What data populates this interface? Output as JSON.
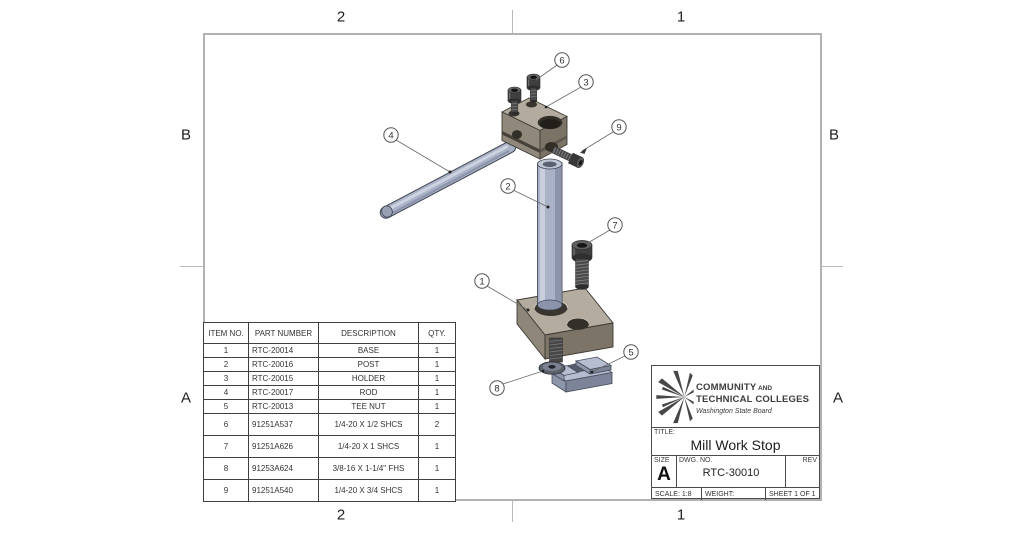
{
  "sheet": {
    "zones": {
      "top": [
        "2",
        "1"
      ],
      "bottom": [
        "2",
        "1"
      ],
      "left": [
        "B",
        "A"
      ],
      "right": [
        "B",
        "A"
      ]
    }
  },
  "bom": {
    "headers": [
      "ITEM NO.",
      "PART NUMBER",
      "DESCRIPTION",
      "QTY."
    ],
    "rows": [
      [
        "1",
        "RTC-20014",
        "BASE",
        "1"
      ],
      [
        "2",
        "RTC-20016",
        "POST",
        "1"
      ],
      [
        "3",
        "RTC-20015",
        "HOLDER",
        "1"
      ],
      [
        "4",
        "RTC-20017",
        "ROD",
        "1"
      ],
      [
        "5",
        "RTC-20013",
        "TEE NUT",
        "1"
      ],
      [
        "6",
        "91251A537",
        "1/4-20 X 1/2 SHCS",
        "2"
      ],
      [
        "7",
        "91251A626",
        "1/4-20 X 1 SHCS",
        "1"
      ],
      [
        "8",
        "91253A624",
        "3/8-16 X 1-1/4\" FHS",
        "1"
      ],
      [
        "9",
        "91251A540",
        "1/4-20 X 3/4 SHCS",
        "1"
      ]
    ]
  },
  "balloons": [
    "1",
    "2",
    "3",
    "4",
    "5",
    "6",
    "7",
    "8",
    "9"
  ],
  "title_block": {
    "org": {
      "line1_main": "COMMUNITY",
      "line1_suffix": " AND",
      "line2": "TECHNICAL COLLEGES",
      "line3": "Washington State Board"
    },
    "title_label": "TITLE:",
    "title": "Mill Work Stop",
    "size_label": "SIZE",
    "size": "A",
    "dwg_label": "DWG.  NO.",
    "dwg_no": "RTC-30010",
    "rev_label": "REV",
    "scale": "SCALE: 1:8",
    "weight": "WEIGHT:",
    "sheet": "SHEET 1 OF 1"
  },
  "colors": {
    "steel_blue": "#a9b2c6",
    "steel_blue_dark": "#8b94aa",
    "metal_tan_top": "#b3ac9f",
    "metal_tan_front": "#8e8779",
    "metal_tan_side": "#7b7467",
    "screw_dark": "#474747",
    "frame_gray": "#b2b2b2",
    "line_ink": "#3a3a3a"
  }
}
